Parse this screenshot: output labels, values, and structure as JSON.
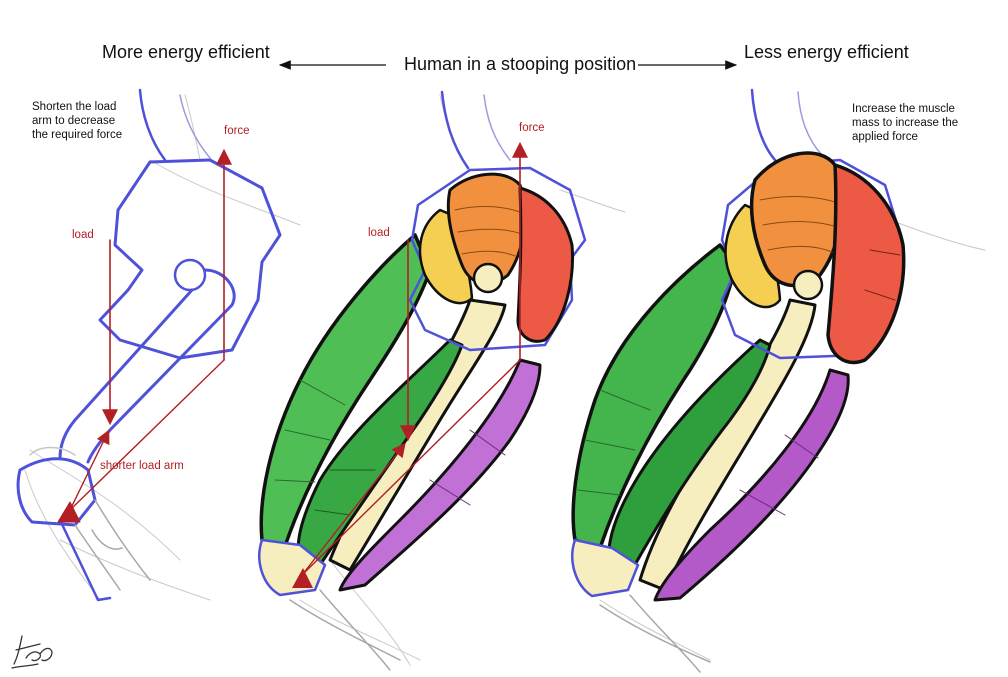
{
  "header": {
    "left": "More energy efficient",
    "center": "Human in a stooping position",
    "right": "Less energy efficient"
  },
  "notes": {
    "left": "Shorten the load arm to decrease the required force",
    "right": "Increase the muscle mass to increase the applied force"
  },
  "labels": {
    "force_left": "force",
    "load_left": "load",
    "shorter_load_arm": "shorter load arm",
    "force_middle": "force",
    "load_middle": "load"
  },
  "colors": {
    "outline_blue": "#4f52d8",
    "arrow_red": "#b21f24",
    "muscle_orange": "#f1913f",
    "muscle_red": "#ec5a45",
    "muscle_yellow": "#f5cf52",
    "muscle_green": "#3fb34a",
    "muscle_purple": "#b35ac8",
    "bone_cream": "#f7eec0"
  }
}
